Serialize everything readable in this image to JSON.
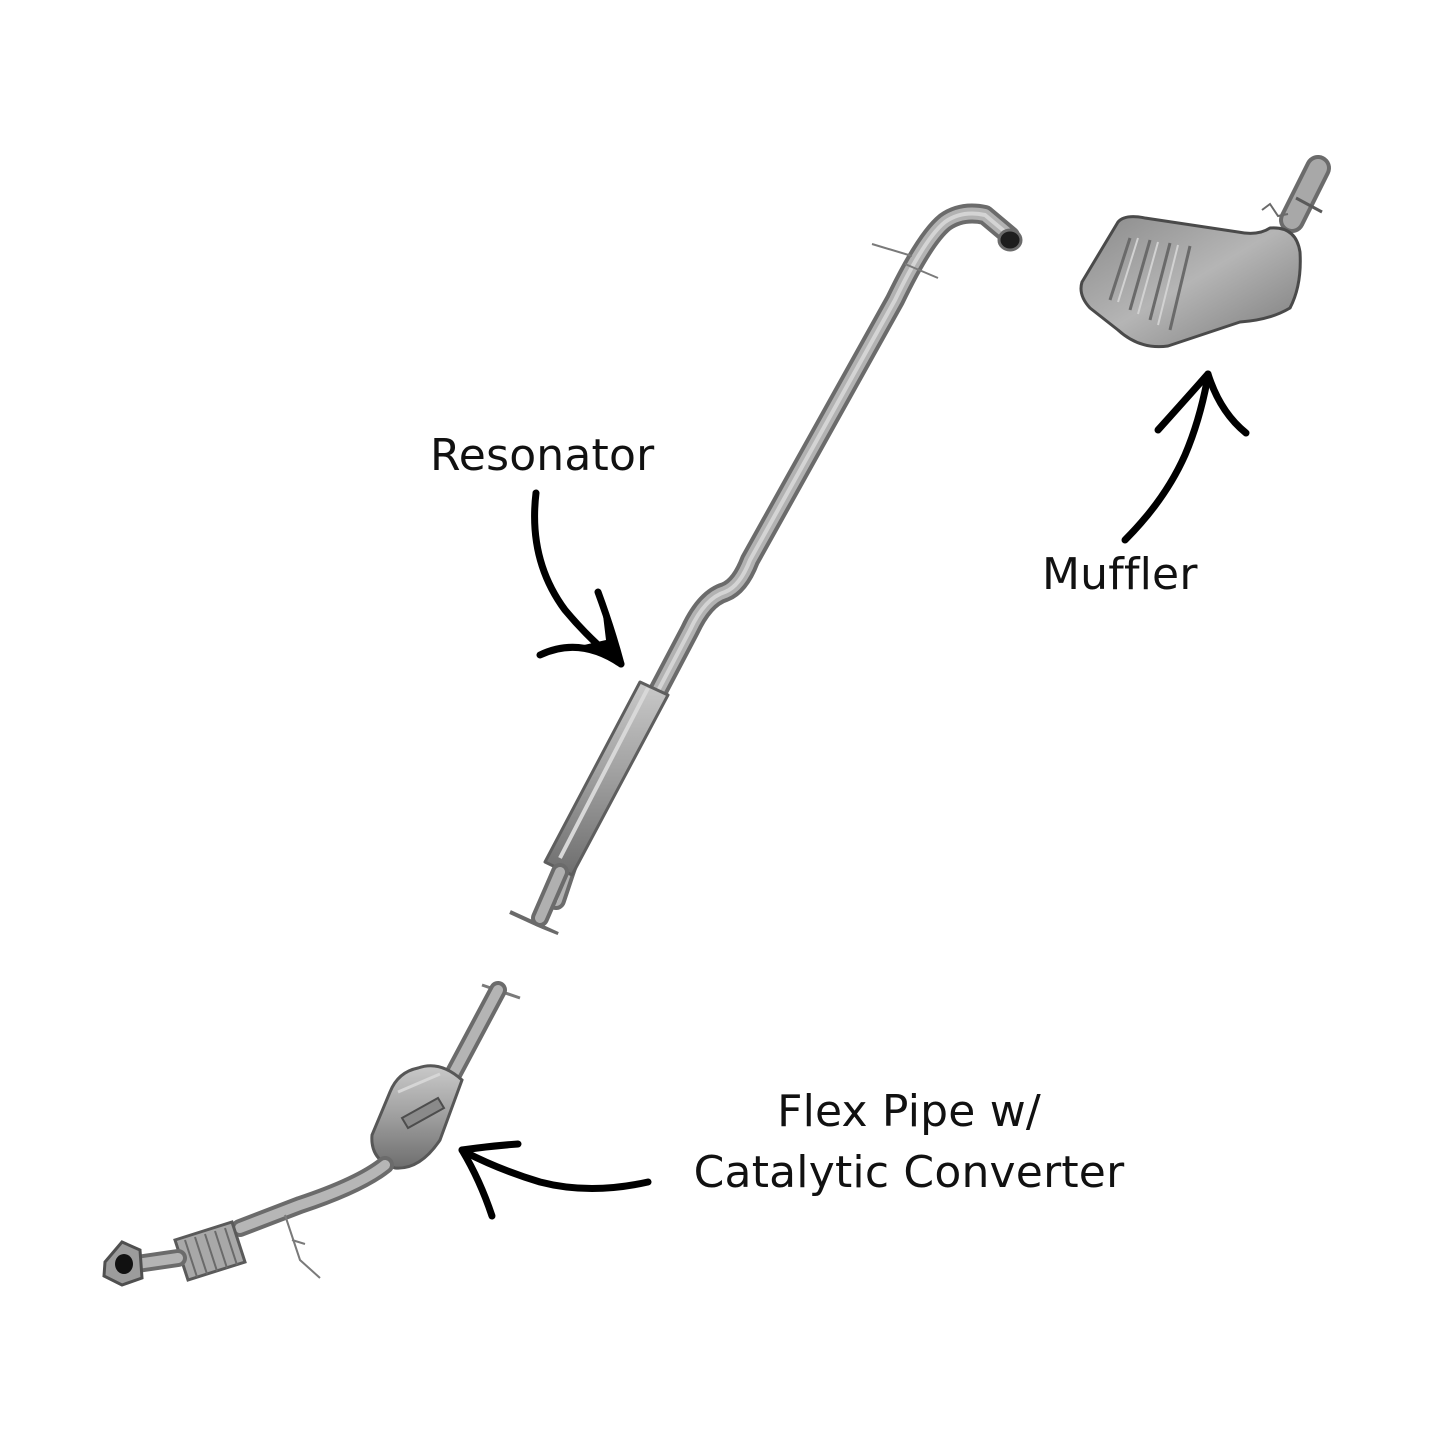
{
  "labels": {
    "resonator": "Resonator",
    "muffler": "Muffler",
    "cat_line1": "Flex Pipe w/",
    "cat_line2": "Catalytic Converter"
  },
  "colors": {
    "background": "#ffffff",
    "text": "#111111",
    "pipe_dark": "#6b6b6b",
    "pipe_mid": "#9a9a9a",
    "pipe_light": "#c6c6c6",
    "arrow": "#000000"
  },
  "icons": {
    "resonator_arrow": "curved-arrow-down-right-icon",
    "muffler_arrow": "curved-arrow-up-icon",
    "cat_arrow": "curved-arrow-left-icon"
  }
}
